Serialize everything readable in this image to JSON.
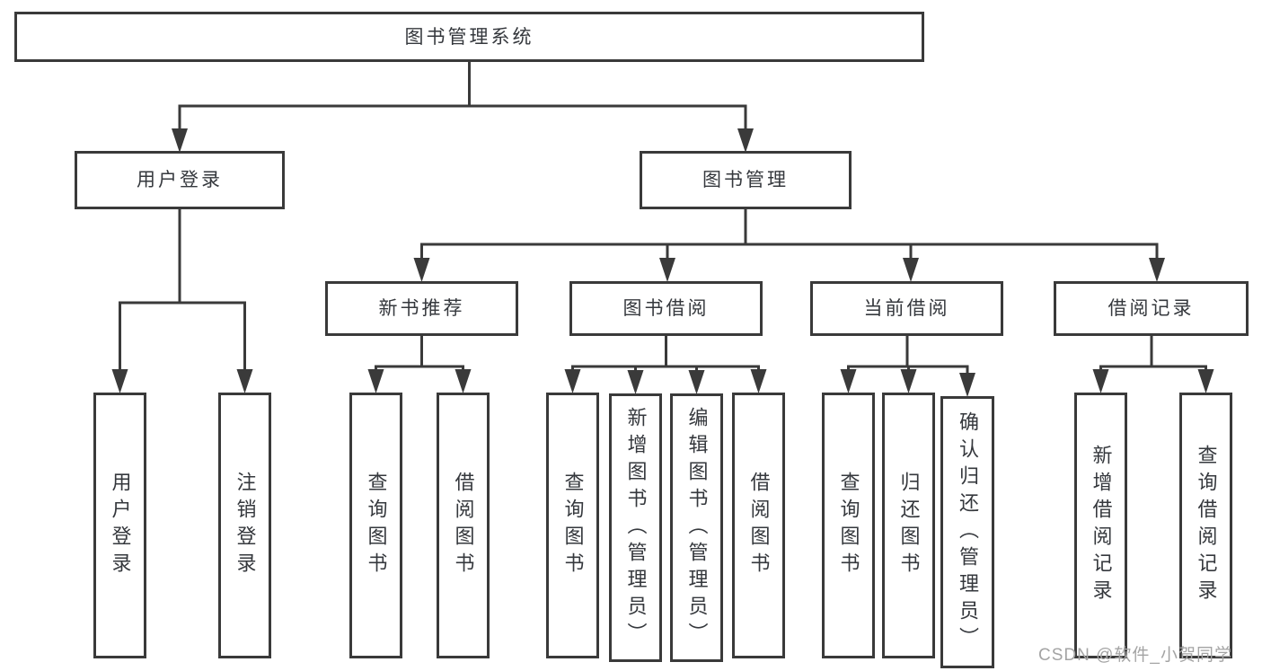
{
  "tree": {
    "label": "图书管理系统",
    "children": [
      {
        "label": "用户登录",
        "children": [
          {
            "label": "用户登录"
          },
          {
            "label": "注销登录"
          }
        ]
      },
      {
        "label": "图书管理",
        "children": [
          {
            "label": "新书推荐",
            "children": [
              {
                "label": "查询图书"
              },
              {
                "label": "借阅图书"
              }
            ]
          },
          {
            "label": "图书借阅",
            "children": [
              {
                "label": "查询图书"
              },
              {
                "label": "新增图书（管理员）"
              },
              {
                "label": "编辑图书（管理员）"
              },
              {
                "label": "借阅图书"
              }
            ]
          },
          {
            "label": "当前借阅",
            "children": [
              {
                "label": "查询图书"
              },
              {
                "label": "归还图书"
              },
              {
                "label": "确认归还（管理员）"
              }
            ]
          },
          {
            "label": "借阅记录",
            "children": [
              {
                "label": "新增借阅记录"
              },
              {
                "label": "查询借阅记录"
              }
            ]
          }
        ]
      }
    ]
  },
  "watermark": {
    "text": "CSDN @软件_小贺同学"
  },
  "colors": {
    "line": "#3a3a3a",
    "text": "#35383d",
    "watermark": "#a4a4a4",
    "background": "#ffffff"
  }
}
